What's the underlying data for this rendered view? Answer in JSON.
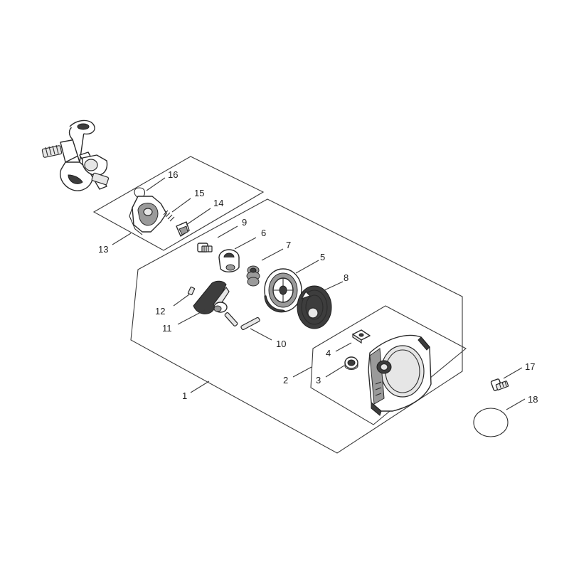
{
  "callouts": {
    "c1": "1",
    "c2": "2",
    "c3": "3",
    "c4": "4",
    "c5": "5",
    "c6": "6",
    "c7": "7",
    "c8": "8",
    "c9": "9",
    "c10": "10",
    "c11": "11",
    "c12": "12",
    "c13": "13",
    "c14": "14",
    "c15": "15",
    "c16": "16",
    "c17": "17",
    "c18": "18"
  },
  "colors": {
    "line": "#3a3a3a",
    "part_fill": "#ffffff",
    "part_dark": "#3d3d3d",
    "part_mid": "#9a9a9a"
  }
}
